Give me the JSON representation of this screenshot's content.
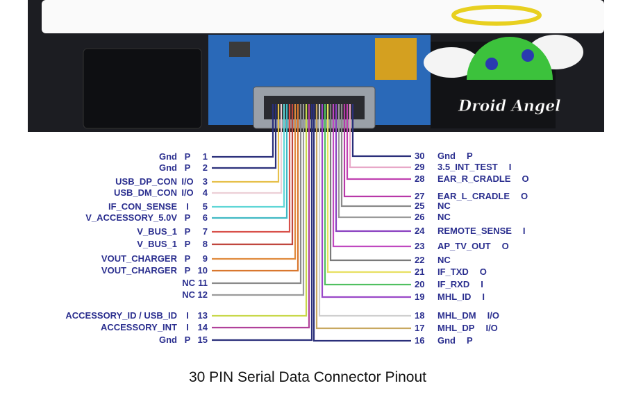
{
  "title": "30 PIN Serial Data Connector Pinout",
  "logo": {
    "text": "Droid Angel"
  },
  "left_pins": [
    {
      "num": "1",
      "name": "Gnd",
      "type": "P",
      "color": "#2a2f7a"
    },
    {
      "num": "2",
      "name": "Gnd",
      "type": "P",
      "color": "#2a2f7a"
    },
    {
      "num": "3",
      "name": "USB_DP_CON",
      "type": "I/O",
      "color": "#e6c04a"
    },
    {
      "num": "4",
      "name": "USB_DM_CON",
      "type": "I/O",
      "color": "#eccfd6"
    },
    {
      "num": "5",
      "name": "IF_CON_SENSE",
      "type": "I",
      "color": "#5fd6d6"
    },
    {
      "num": "6",
      "name": "V_ACCESSORY_5.0V",
      "type": "P",
      "color": "#3fb8c4"
    },
    {
      "num": "7",
      "name": "V_BUS_1",
      "type": "P",
      "color": "#d8504a"
    },
    {
      "num": "8",
      "name": "V_BUS_1",
      "type": "P",
      "color": "#c0463e"
    },
    {
      "num": "9",
      "name": "VOUT_CHARGER",
      "type": "P",
      "color": "#e08a3c"
    },
    {
      "num": "10",
      "name": "VOUT_CHARGER",
      "type": "P",
      "color": "#d9772e"
    },
    {
      "num": "11",
      "name": "NC",
      "type": "",
      "color": "#8a8a8a"
    },
    {
      "num": "12",
      "name": "NC",
      "type": "",
      "color": "#9a9a9a"
    },
    {
      "num": "13",
      "name": "ACCESSORY_ID / USB_ID",
      "type": "I",
      "color": "#c8d84a"
    },
    {
      "num": "14",
      "name": "ACCESSORY_INT",
      "type": "I",
      "color": "#b0409a"
    },
    {
      "num": "15",
      "name": "Gnd",
      "type": "P",
      "color": "#2a2f7a"
    }
  ],
  "right_pins": [
    {
      "num": "30",
      "name": "Gnd",
      "type": "P",
      "color": "#2a2f7a"
    },
    {
      "num": "29",
      "name": "3.5_INT_TEST",
      "type": "I",
      "color": "#e8a8c8"
    },
    {
      "num": "28",
      "name": "EAR_R_CRADLE",
      "type": "O",
      "color": "#c040b0"
    },
    {
      "num": "27",
      "name": "EAR_L_CRADLE",
      "type": "O",
      "color": "#b838a8"
    },
    {
      "num": "25",
      "name": "NC",
      "type": "",
      "color": "#8a8a8a"
    },
    {
      "num": "26",
      "name": "NC",
      "type": "",
      "color": "#9a9a9a"
    },
    {
      "num": "24",
      "name": "REMOTE_SENSE",
      "type": "I",
      "color": "#8a40c0"
    },
    {
      "num": "23",
      "name": "AP_TV_OUT",
      "type": "O",
      "color": "#c048c0"
    },
    {
      "num": "22",
      "name": "NC",
      "type": "",
      "color": "#7a7a7a"
    },
    {
      "num": "21",
      "name": "IF_TXD",
      "type": "O",
      "color": "#e8e060"
    },
    {
      "num": "20",
      "name": "IF_RXD",
      "type": "I",
      "color": "#50c060"
    },
    {
      "num": "19",
      "name": "MHL_ID",
      "type": "I",
      "color": "#9a48c8"
    },
    {
      "num": "18",
      "name": "MHL_DM",
      "type": "I/O",
      "color": "#cfcfcf"
    },
    {
      "num": "17",
      "name": "MHL_DP",
      "type": "I/O",
      "color": "#c8a860"
    },
    {
      "num": "16",
      "name": "Gnd",
      "type": "P",
      "color": "#2a2f7a"
    }
  ]
}
